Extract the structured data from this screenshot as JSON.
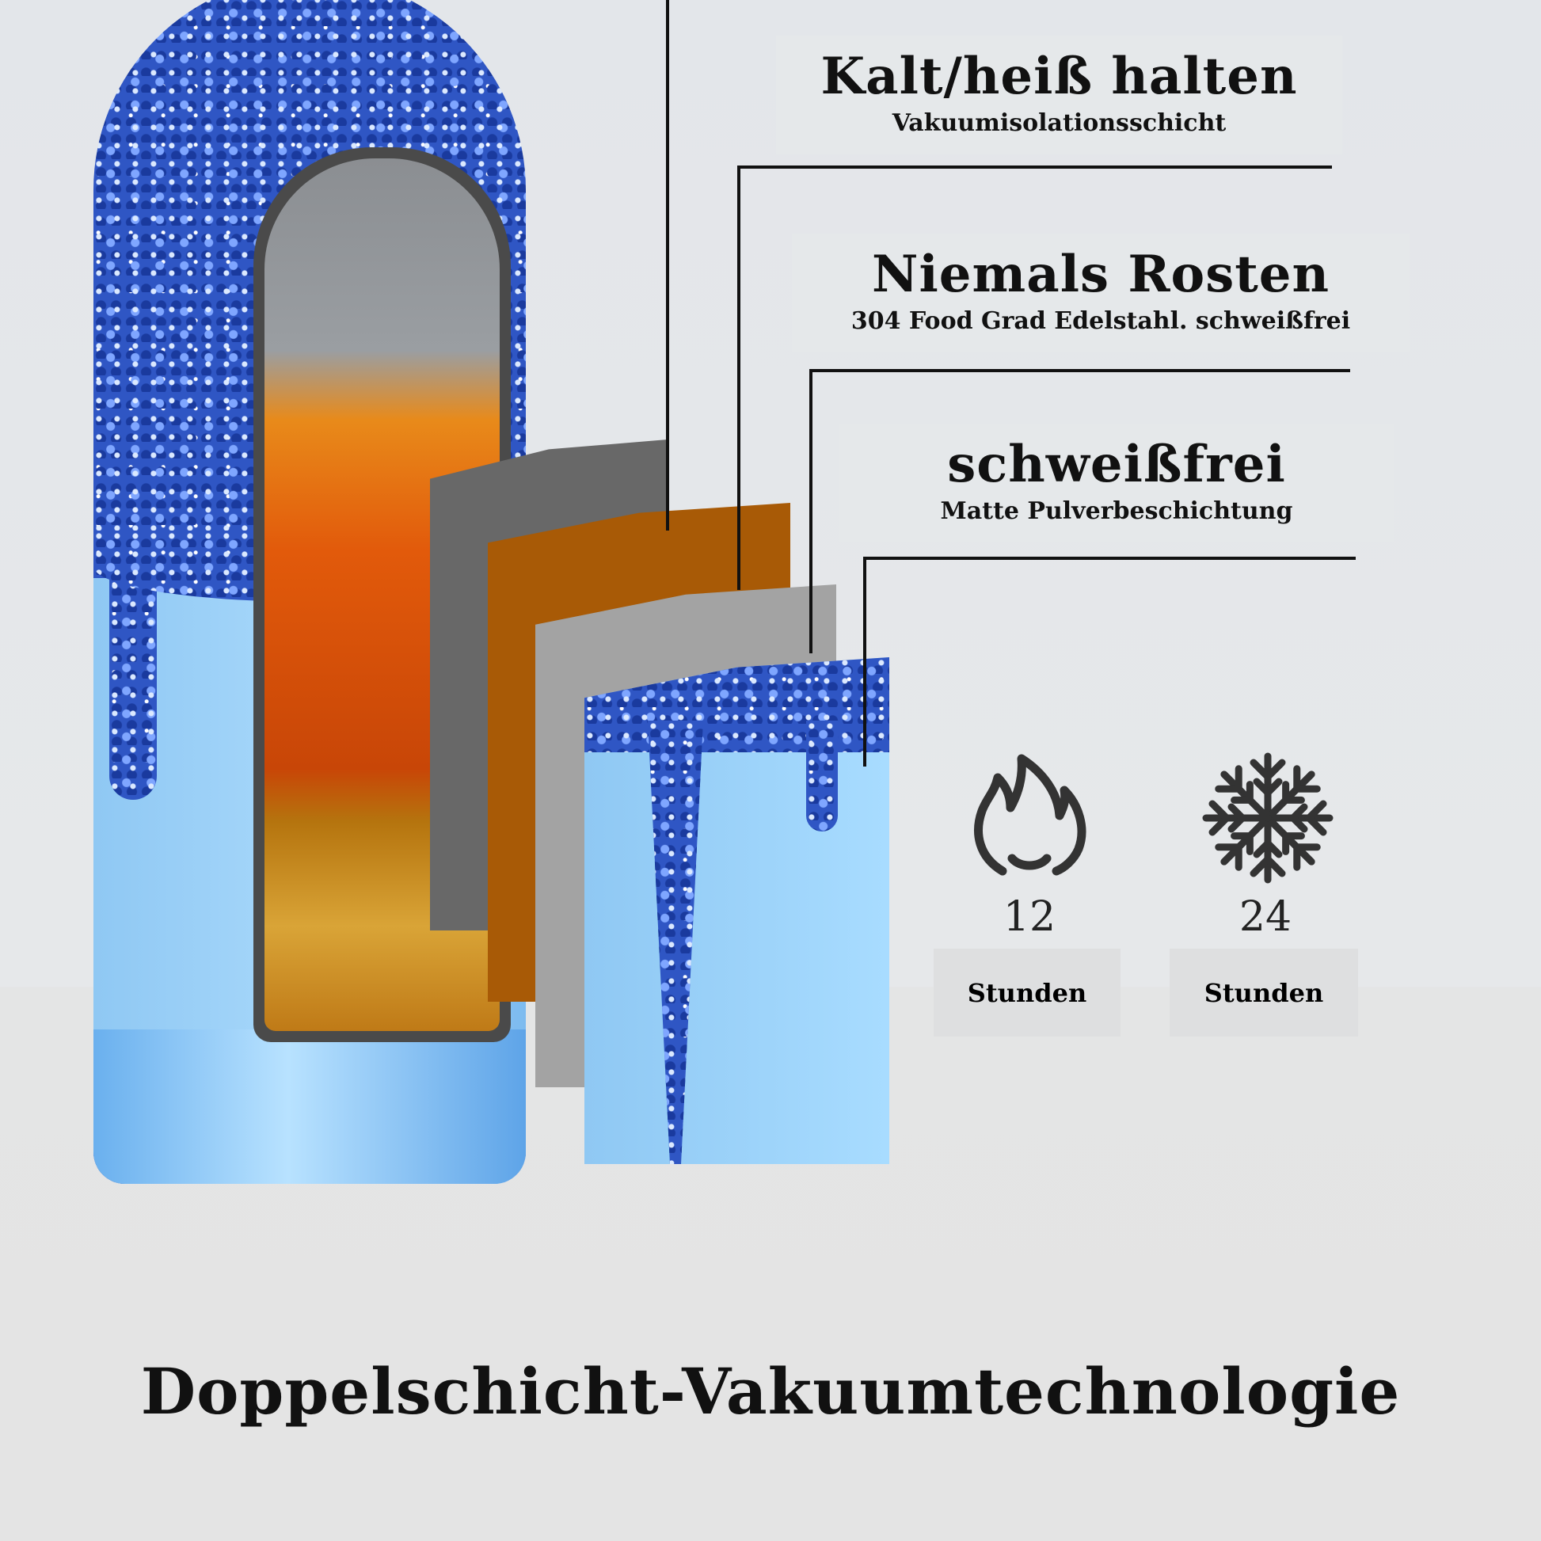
{
  "features": [
    {
      "title": "Kalt/heiß halten",
      "subtitle": "Vakuumisolationsschicht"
    },
    {
      "title": "Niemals Rosten",
      "subtitle": "304 Food Grad Edelstahl. schweißfrei"
    },
    {
      "title": "schweißfrei",
      "subtitle": "Matte Pulverbeschichtung"
    }
  ],
  "stats": [
    {
      "icon": "fire-icon",
      "value": "12",
      "unit": "Stunden"
    },
    {
      "icon": "snowflake-icon",
      "value": "24",
      "unit": "Stunden"
    }
  ],
  "headline": "Doppelschicht-Vakuumtechnologie",
  "colors": {
    "glitter_blue": "#2f56c4",
    "light_blue": "#a8d8fb",
    "copper": "#a85a06",
    "steel": "#6b6b6b",
    "silver": "#a3a3a3"
  }
}
